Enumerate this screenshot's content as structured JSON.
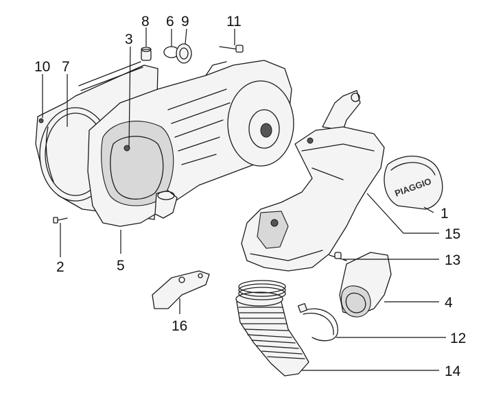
{
  "callouts": {
    "c1": "1",
    "c2": "2",
    "c3": "3",
    "c4": "4",
    "c5": "5",
    "c6": "6",
    "c7": "7",
    "c8": "8",
    "c9": "9",
    "c10": "10",
    "c11": "11",
    "c12": "12",
    "c13": "13",
    "c14": "14",
    "c15": "15",
    "c16": "16"
  },
  "cap_logo": "PIAGGIO"
}
